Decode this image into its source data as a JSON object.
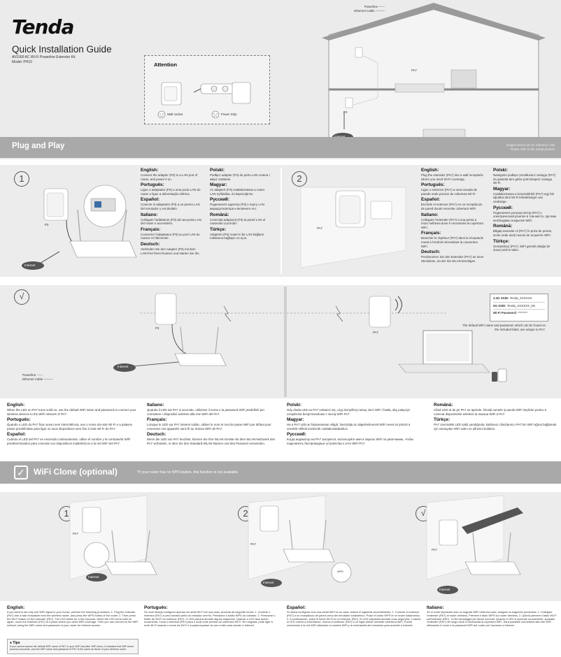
{
  "header": {
    "brand": "Tenda",
    "title": "Quick Installation Guide",
    "subtitle": "AV1000 AC Wi-Fi Powerline Extender Kit",
    "model": "Model: PH10",
    "legend_powerline": "Powerline",
    "legend_ethernet": "Ethernet Cable",
    "attention_title": "Attention",
    "wall_socket": "Wall socket",
    "power_strip": "Power Strip",
    "internet": "Internet",
    "pa7": "PA7",
    "p3": "P3",
    "disclaimer_1": "Images herein are for reference only.",
    "disclaimer_2": "Please refer to the actual product."
  },
  "plug_and_play": {
    "title": "Plug and Play"
  },
  "step1": {
    "number": "1",
    "device_label": "P3",
    "internet": "Internet",
    "langs": [
      {
        "name": "English:",
        "text": "Connect the adapter (P3) to a LAN port of router, and power it on."
      },
      {
        "name": "Português:",
        "text": "Ligue o adaptador (P3) a uma porta LAN do router e ligue a alimentação elétrica."
      },
      {
        "name": "Español:",
        "text": "Conecte el adaptador (P3) a un puerto LAN del enrutador y enciéndalo."
      },
      {
        "name": "Italiano:",
        "text": "Collegare l'adattatore (P3) ad una porta LAN del router e accenderlo."
      },
      {
        "name": "Français:",
        "text": "Connecter l'adaptateur (P3) au port LAN du routeur et l'alimenter."
      },
      {
        "name": "Deutsch:",
        "text": "Verbinden Sie den Adapter (P3) mit dem LAN-Port Ihres Routers und starten Sie ihn."
      },
      {
        "name": "Polski:",
        "text": "Podłącz adapter (P3) do portu LAN routera i włącz zasilanie."
      },
      {
        "name": "Magyar:",
        "text": "Az adaptert (P3) csatlakoztassa a router LAN nyílásába, és kapcsolja be."
      },
      {
        "name": "Русский:",
        "text": "Подключите адаптер (P3) к порту LAN маршрутизатора и включите его."
      },
      {
        "name": "Română:",
        "text": "Conectați adaptorul (P3) la portul LAN al routerului și porniți-l."
      },
      {
        "name": "Türkçe:",
        "text": "Adaptörü (P3) router'ın bir LAN bağlantı noktasına bağlayın ve açın."
      }
    ]
  },
  "step2": {
    "number": "2",
    "device_label": "PA7",
    "langs": [
      {
        "name": "English:",
        "text": "Plug the extender (PA7) into a wall receptacle where you need Wi-Fi coverage."
      },
      {
        "name": "Português:",
        "text": "Ligue o extensor (PA7) a uma tomada de parede onde precise de cobertura Wi-Fi."
      },
      {
        "name": "Español:",
        "text": "Enchufe el extensor (PA7) en un receptáculo de pared donde necesite cobertura WiFi."
      },
      {
        "name": "Italiano:",
        "text": "Collegare l'extender (PA7) a una presa a muro nell'area dove è necessaria la copertura WiFi."
      },
      {
        "name": "Français:",
        "text": "Brancher le répéteur (PA7) dans la réceptacle mural à l'endroit nécessitant la couverture WiFi."
      },
      {
        "name": "Deutsch:",
        "text": "Positionieren Sie den Extender (PA7) an einer Steckdose, an der Sie WLAN benötigen."
      },
      {
        "name": "Polski:",
        "text": "Następnie podłącz przedłużacz zasięgu (PA7) do gniazda tam gdzie potrzebujesz zasięgu Wi-Fi."
      },
      {
        "name": "Magyar:",
        "text": "Csatlakoztassa a hosszabbítót (PA7) egy fali aljzatba ahol Wi-Fi lefedettségre van szüksége."
      },
      {
        "name": "Русский:",
        "text": "Подключите ретранслятор (PA7) к электрической розетке в том месте, где вам необходимо покрытие WiFi."
      },
      {
        "name": "Română:",
        "text": "Băgați extender-ul (PA7) în priza de perete, acolo unde aveți nevoie de acoperire WiFi."
      },
      {
        "name": "Türkçe:",
        "text": "Genişleticiyi (PA7), WiFi gerekli olduğu bir duvar prizine takın."
      }
    ]
  },
  "step3": {
    "symbol": "√",
    "p3": "P3",
    "pa7": "PA7",
    "internet": "Internet",
    "legend_powerline": "Powerline",
    "legend_ethernet": "Ethernet Cable",
    "ssid_24": "2.4G SSID:",
    "ssid_24_val": "Tenda_XXXXXX",
    "ssid_5": "5G SSID:",
    "ssid_5_val": "Tenda_XXXXXX_5G",
    "wifi_password": "Wi-Fi Password:",
    "wifi_password_val": "********",
    "note": "The default WiFi name and password, which can be found on the included label, are unique to PA7.",
    "langs": [
      {
        "name": "English:",
        "text": "When the LED on PA7 turns solid on, use the default WiFi name and password to connect your wireless devices to the WiFi network of PA7."
      },
      {
        "name": "Português:",
        "text": "Quando o LED do PA7 ficar aceso sem intermitência, use o nome da rede Wi-Fi e a palavra-passe predefinidas para ligar os seus dispositivos sem fios à rede Wi-Fi do PA7."
      },
      {
        "name": "Español:",
        "text": "Cuando el LED del PA7 se encienda continuamente, utilice el nombre y la contraseña WiFi predeterminados para conectar sus dispositivos inalámbricos a la red WiFi del PA7."
      },
      {
        "name": "Italiano:",
        "text": "Quando il LED sul PA7 si accende, utilizzare il nome e la password WiFi predefiniti per connettere i dispositivi wireless alla rete WiFi del PA7."
      },
      {
        "name": "Français:",
        "text": "Lorsque le LED sur PA7 devient solide, utiliser le nom et mot de passe WiFi par défaut pour connecter vos appareils sans fil au réseau WiFi de PA7."
      },
      {
        "name": "Deutsch:",
        "text": "Wenn die LED von PA7 leuchtet, können Sie Ihre WLAN-Geräte mit dem WLAN-Netzwerk des PA7 verbinden, in dem Sie den Standard-WLAN-Namen und das Passwort verwenden."
      },
      {
        "name": "Polski:",
        "text": "Gdy dioda LED na PA7 zaświeci się, użyj domyślnej nazwy sieci WiFi i hasła, aby połączyć urządzenia bezprzewodowe z siecią WiFi PA7."
      },
      {
        "name": "Magyar:",
        "text": "Ha a PA7 LED-je folyamatosan világít, használja az alapértelmezett WiFi nevet és jelszót a vezeték nélküli eszközök csatlakoztatásához."
      },
      {
        "name": "Русский:",
        "text": "Когда индикатор на PA7 загорится, используйте имя и пароль WiFi по умолчанию, чтобы подключить беспроводные устройства к сети WiFi PA7."
      },
      {
        "name": "Română:",
        "text": "Când LED-ul de pe PA7 se aprinde, folosiți numele și parola WiFi implicite pentru a conecta dispozitivele wireless la rețeaua WiFi a PA7."
      },
      {
        "name": "Türkçe:",
        "text": "PA7 üzerindeki LED sabit yandığında, kablosuz cihazlarınızı PA7'nin WiFi ağına bağlamak için varsayılan WiFi adını ve şifresini kullanın."
      }
    ]
  },
  "wifi_clone": {
    "title": "WiFi Clone (optional)",
    "note": "*If your router has no WPS button, this function is not available.",
    "step1": "1",
    "step2": "2",
    "step3": "√",
    "pa7": "PA7",
    "internet": "Internet",
    "wps": "WPS",
    "langs": [
      {
        "name": "English:",
        "text": "If you want to set only one WiFi signal in your house, perform the following procedure: 1. Plug the extender (PA7) into a wall receptacle near the wireless router, and press the WPS button of the router. 2. Then press the Wi-Fi button on the extender (PA7). The LED blinks for a few seconds. When the LED turns solid on again, move the extender (PA7) to a place where you need WiFi coverage. Then you can connect to the WiFi network using the WiFi name and password of your router for Internet access."
      },
      {
        "name": "Português:",
        "text": "Se você deseja configurar apenas um sinal Wi-Fi em sua casa, proceda da seguinte forma: 1. Conecte o extensor (PA7) a uma tomada perto do roteador sem fio. Pressione o botão WPS do roteador. 2. Pressione o botão de Wi-Fi do extensor (PA7). O LED piscará durante alguns segundos. Quando o LED ficar aceso novamente, mova o extensor (PA7) para o local onde precisa de cobertura Wi-Fi. Em seguida, pode ligar à rede Wi-Fi usando o nome da Wi-Fi e a palavra-passe do seu router para aceder à Internet."
      },
      {
        "name": "Español:",
        "text": "Si desea configurar solo una señal WiFi en su casa, realice el siguiente procedimiento: 1. Conecte el extensor (PA7) a un receptáculo de pared cerca del enrutador inalámbrico. Pulse el botón WPS en el router inalámbrico. 2. A continuación, pulse el botón Wi-Fi en el extensor (PA7). El LED parpadea durante unos segundos. Cuando el LED vuelva a encenderse, mueva el extensor (PA7) a un lugar donde necesite cobertura WiFi. Puede conectarse a la red WiFi utilizando el nombre WiFi y la contraseña del enrutador para acceder a Internet."
      },
      {
        "name": "Italiano:",
        "text": "Se si vuole impostare solo un segnale WiFi nella tua casa, eseguire la seguente procedura: 1. Collegare l'extender (PA7) al router wireless. Premere il tasto WPS sul router wireless. 2. Quindi premere il tasto Wi-Fi sull'extender (PA7). Il LED lampeggia per alcuni secondi. Quando il LED si accende nuovamente, spostare l'extender (PA7) nel luogo dove è necessaria la copertura WiFi. Sarà possibile connettersi alla rete WiFi utilizzando il nome e la password WiFi del router per l'accesso a Internet."
      }
    ],
    "tips_title": "Tips",
    "tips_text": "If you cannot access the default WiFi name of PA7 or your WiFi has after WiFi clone, it indicates that WiFi clone process succeeds, and the WiFi name and password of PA7 is the same as those of your wireless router."
  }
}
